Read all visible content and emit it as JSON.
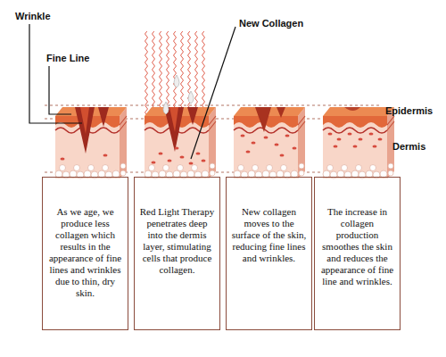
{
  "diagram": {
    "nodes": [
      {
        "text": [
          "As we age, we produce less collagen which results in the appearance of fine lines and wrinkles due to thin, dry skin."
        ]
      },
      {
        "text": [
          "Red Light Therapy penetrates deep into the dermis layer, stimulating cells that produce collagen."
        ]
      },
      {
        "text": [
          "New collagen moves to the surface of the skin, reducing fine lines and wrinkles."
        ]
      },
      {
        "text": [
          "The increase in collagen production smoothes the skin and reduces the appearance of fine line and wrinkles."
        ]
      }
    ],
    "labels": [
      "Wrinkle",
      "Fine Line",
      "New Collagen",
      "Epidermis",
      "Dermis"
    ]
  }
}
